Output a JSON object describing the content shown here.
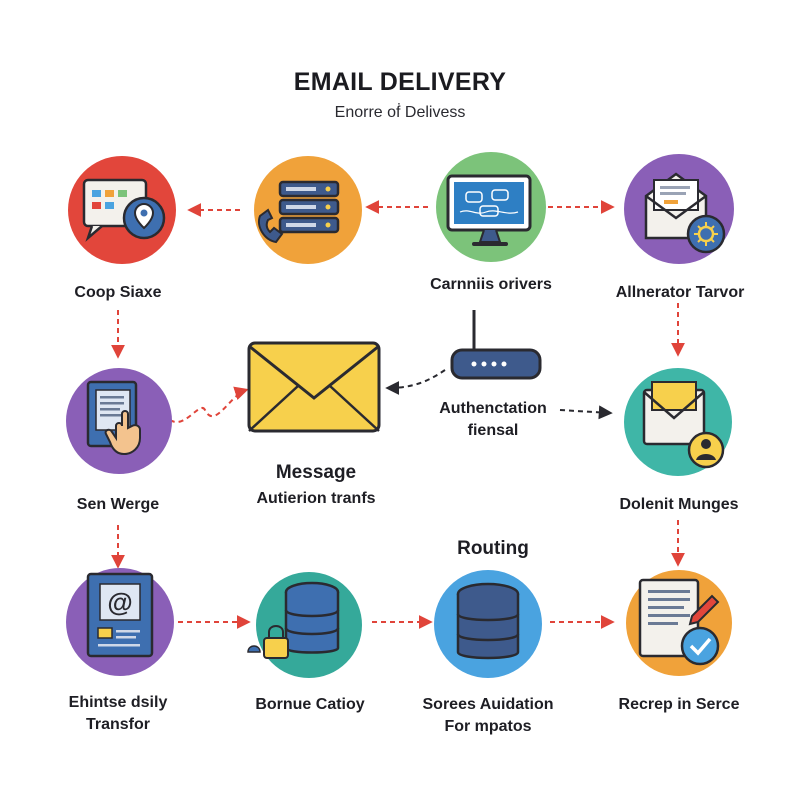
{
  "header": {
    "title": "EMAIL DELIVERY",
    "subtitle": "Enorre oḟ Delivess"
  },
  "nodes": {
    "coop": {
      "label": "Coop Siaxe",
      "color": "#e2463b",
      "icon": "chat-location-icon"
    },
    "server": {
      "label": "",
      "color": "#f0a23a",
      "icon": "server-phone-icon"
    },
    "carnniis": {
      "label": "Carnniis orivers",
      "color": "#7cc37a",
      "icon": "monitor-chat-icon"
    },
    "allnerator": {
      "label": "Allnerator Tarvor",
      "color": "#8a5fb7",
      "icon": "envelope-gear-icon"
    },
    "senwerge": {
      "label": "Sen Werge",
      "color": "#8a5fb7",
      "icon": "document-tap-icon"
    },
    "message": {
      "label_line1": "Message",
      "label_line2": "Autierion tranfs",
      "color": "#f7d04c",
      "icon": "envelope-icon"
    },
    "router": {
      "label_line1": "Authenctation",
      "label_line2": "fiensal",
      "color": "#3e5a8c",
      "icon": "router-icon"
    },
    "dolenit": {
      "label": "Dolenit Munges",
      "color": "#3fb6a7",
      "icon": "envelope-user-icon"
    },
    "routing": {
      "label": "Routing"
    },
    "ehintse": {
      "label_line1": "Ehintse dsily",
      "label_line2": "Transfor",
      "color": "#8a5fb7",
      "icon": "email-document-icon"
    },
    "bornue": {
      "label": "Bornue Catioy",
      "color": "#35a99a",
      "icon": "database-lock-icon"
    },
    "sorees": {
      "label_line1": "Sorees Auidation",
      "label_line2": "For mpatos",
      "color": "#4aa3e0",
      "icon": "database-icon"
    },
    "recrep": {
      "label": "Recrep in Serce",
      "color": "#f0a23a",
      "icon": "document-check-icon"
    }
  },
  "colors": {
    "arrow": "#e0443a",
    "arrow_dark": "#2a2a30"
  }
}
